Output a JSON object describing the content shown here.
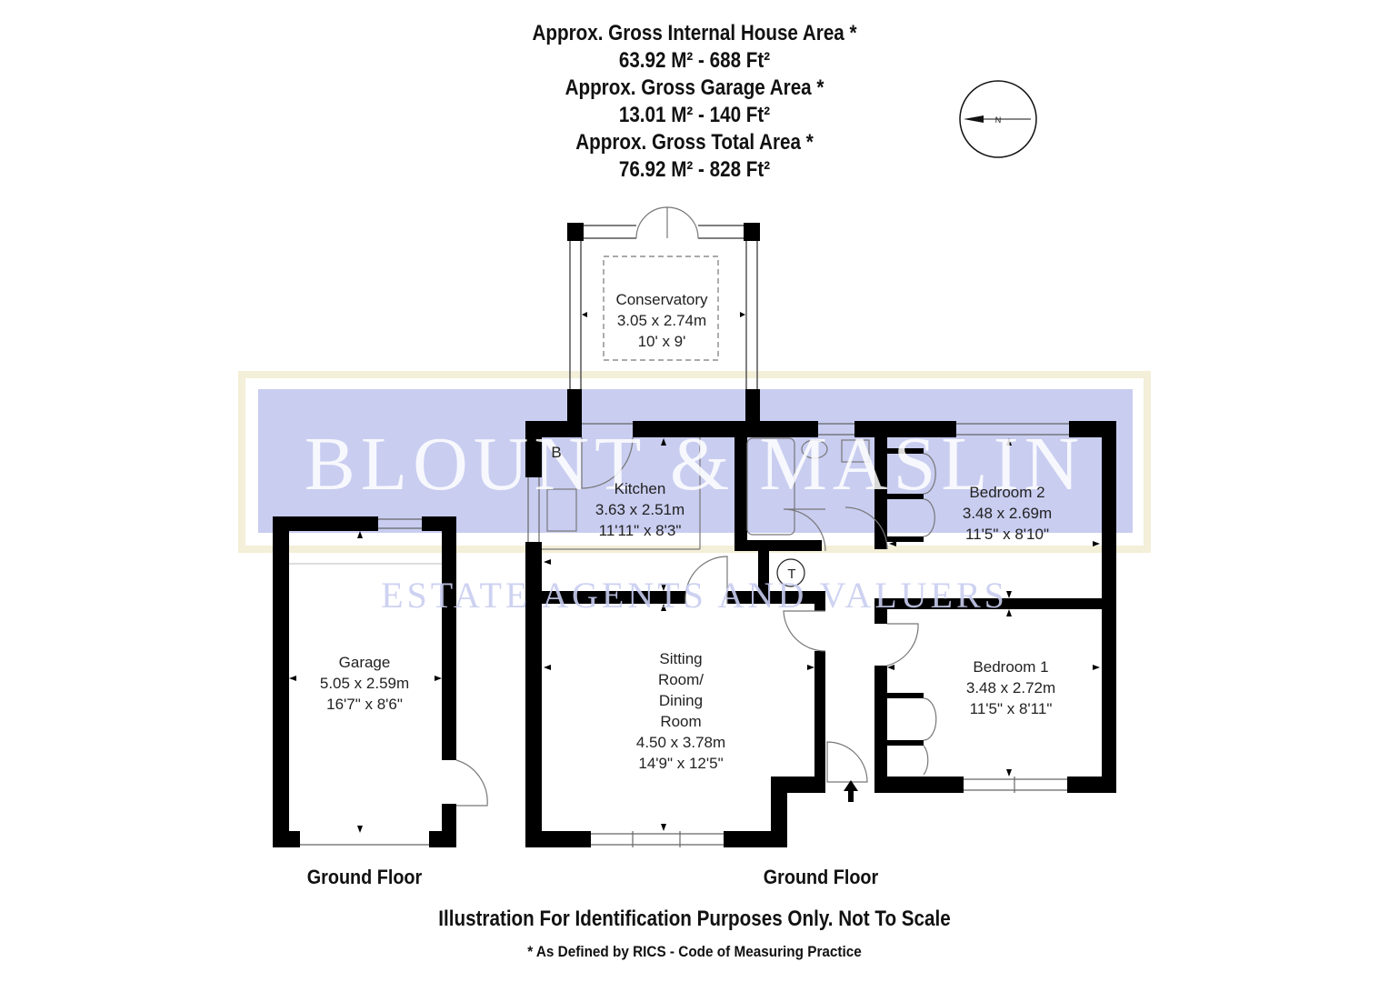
{
  "header": {
    "house_title": "Approx. Gross Internal House Area *",
    "house_value": "63.92 M² - 688 Ft²",
    "garage_title": "Approx. Gross Garage Area *",
    "garage_value": "13.01 M² - 140 Ft²",
    "total_title": "Approx. Gross Total Area *",
    "total_value": "76.92 M² - 828 Ft²"
  },
  "compass": {
    "letter": "N"
  },
  "watermark": {
    "brand": "BLOUNT & MASLIN",
    "tagline": "ESTATE AGENTS AND VALUERS"
  },
  "rooms": {
    "conservatory": {
      "name": "Conservatory",
      "metric": "3.05 x 2.74m",
      "imperial": "10' x 9'"
    },
    "kitchen": {
      "name": "Kitchen",
      "metric": "3.63 x 2.51m",
      "imperial": "11'11\" x 8'3\""
    },
    "bedroom2": {
      "name": "Bedroom 2",
      "metric": "3.48 x 2.69m",
      "imperial": "11'5\" x 8'10\""
    },
    "sitting": {
      "name1": "Sitting",
      "name2": "Room/",
      "name3": "Dining",
      "name4": "Room",
      "metric": "4.50 x 3.78m",
      "imperial": "14'9\" x 12'5\""
    },
    "bedroom1": {
      "name": "Bedroom 1",
      "metric": "3.48 x 2.72m",
      "imperial": "11'5\" x 8'11\""
    },
    "garage": {
      "name": "Garage",
      "metric": "5.05 x 2.59m",
      "imperial": "16'7\" x 8'6\""
    }
  },
  "markers": {
    "boiler": "B",
    "tank": "T"
  },
  "floors": {
    "garage_floor": "Ground Floor",
    "house_floor": "Ground Floor"
  },
  "footer": {
    "disclaimer": "Illustration For Identification Purposes Only. Not To Scale",
    "rics": "* As Defined by RICS - Code of Measuring Practice"
  },
  "colors": {
    "wall": "#000000",
    "watermark_fill": "#c9cdf0",
    "watermark_frame": "#f3efd8",
    "watermark_text": "#ffffff"
  }
}
